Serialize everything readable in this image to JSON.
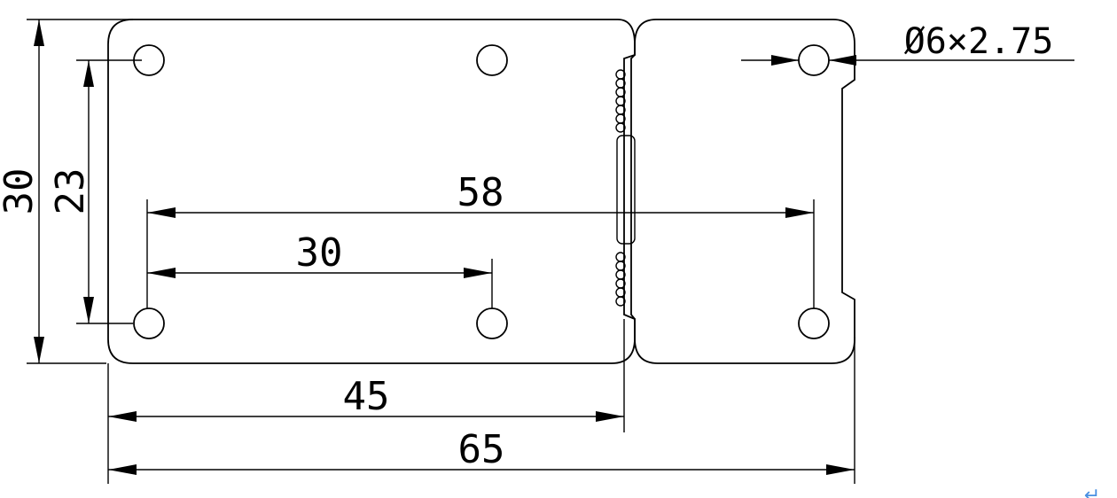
{
  "dimensions": {
    "total_height": "30",
    "hole_spacing_vertical": "23",
    "hole_spacing_58": "58",
    "hole_spacing_30": "30",
    "board_width": "45",
    "total_width": "65",
    "hole_spec": "Ø6×2.75"
  },
  "return_mark": "↵",
  "colors": {
    "line": "#000000",
    "background": "#ffffff",
    "return_mark": "#4a90e2"
  }
}
